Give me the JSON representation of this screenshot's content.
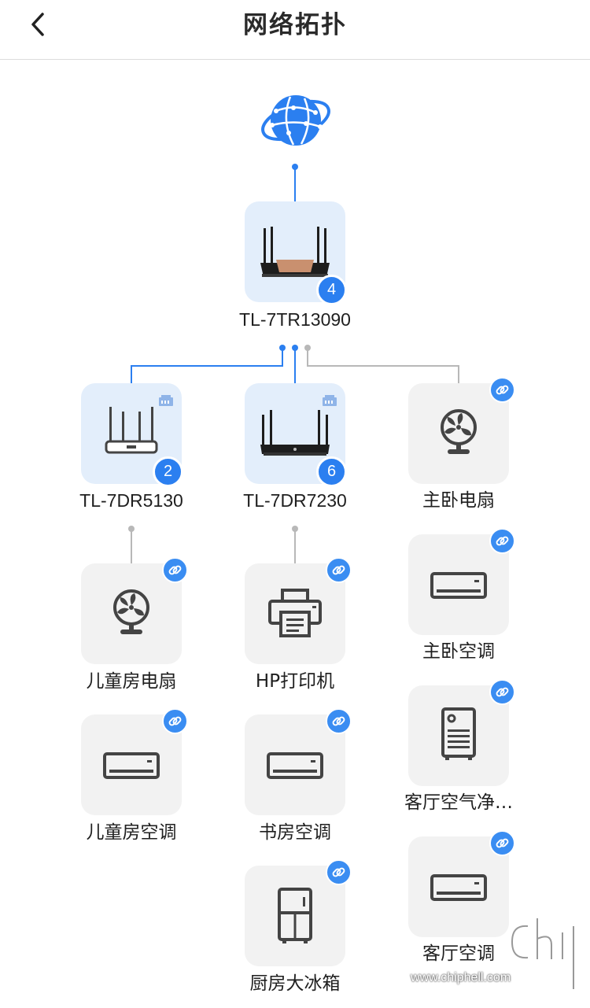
{
  "header": {
    "title": "网络拓扑",
    "back_icon": "chevron-left-icon"
  },
  "root": {
    "icon": "globe-icon"
  },
  "main_router": {
    "name": "TL-7TR13090",
    "count": "4"
  },
  "branches": [
    {
      "name": "TL-7DR5130",
      "count": "2",
      "icon": "router-4-antenna-icon",
      "connection": "ethernet"
    },
    {
      "name": "TL-7DR7230",
      "count": "6",
      "icon": "router-8-antenna-icon",
      "connection": "ethernet"
    },
    {
      "name": "主卧电扇",
      "icon": "fan-icon",
      "connection": "linked"
    }
  ],
  "column1_devices": [
    {
      "name": "儿童房电扇",
      "icon": "fan-icon"
    },
    {
      "name": "儿童房空调",
      "icon": "air-conditioner-icon"
    }
  ],
  "column2_devices": [
    {
      "name": "HP打印机",
      "icon": "printer-icon"
    },
    {
      "name": "书房空调",
      "icon": "air-conditioner-icon"
    },
    {
      "name": "厨房大冰箱",
      "icon": "refrigerator-icon"
    }
  ],
  "column3_devices": [
    {
      "name": "主卧空调",
      "icon": "air-conditioner-icon"
    },
    {
      "name": "客厅空气净…",
      "icon": "air-purifier-icon"
    },
    {
      "name": "客厅空调",
      "icon": "air-conditioner-icon"
    }
  ],
  "colors": {
    "accent": "#2b7ff0",
    "router_bg": "#e3eefb",
    "device_bg": "#f2f2f2",
    "line_inactive": "#b8b8b8"
  },
  "watermark": {
    "text": "www.chiphell.com"
  }
}
